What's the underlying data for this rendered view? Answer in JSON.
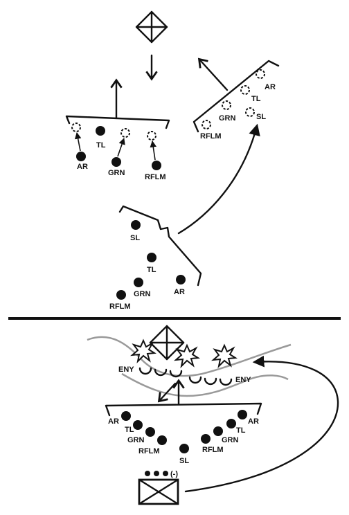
{
  "panel_top": {
    "labels": {
      "team1_ar": "AR",
      "team1_tl": "TL",
      "team1_grn": "GRN",
      "team1_rflm": "RFLM",
      "team2_ar": "AR",
      "team2_tl": "TL",
      "team2_grn": "GRN",
      "team2_sl": "SL",
      "team2_rflm": "RFLM",
      "team3_sl": "SL",
      "team3_tl": "TL",
      "team3_grn": "GRN",
      "team3_ar": "AR",
      "team3_rflm": "RFLM"
    }
  },
  "panel_bottom": {
    "labels": {
      "eny_left": "ENY",
      "eny_right": "ENY",
      "left_ar": "AR",
      "left_tl": "TL",
      "left_grn": "GRN",
      "left_rflm": "RFLM",
      "sl": "SL",
      "right_ar": "AR",
      "right_tl": "TL",
      "right_grn": "GRN",
      "right_rflm": "RFLM",
      "unit_size": "(-)"
    }
  },
  "colors": {
    "ink": "#111111",
    "terrain": "#9a9a9a",
    "background": "#ffffff"
  }
}
